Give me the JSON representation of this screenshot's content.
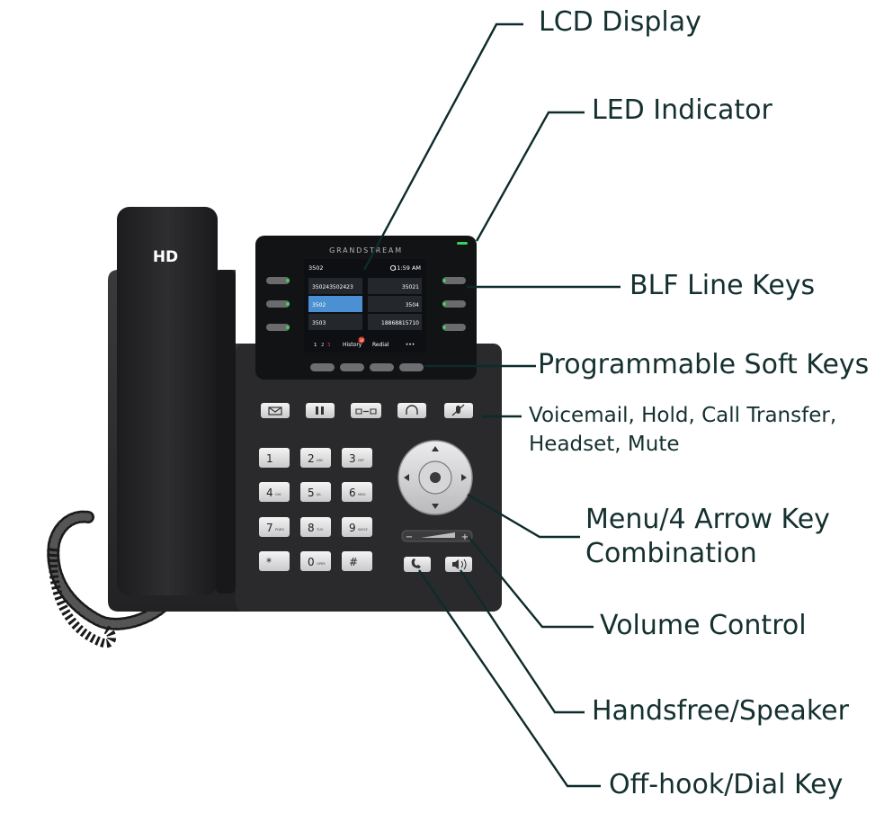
{
  "labels": {
    "lcd_display": "LCD Display",
    "led_indicator": "LED Indicator",
    "blf_line_keys": "BLF Line Keys",
    "programmable_soft_keys": "Programmable Soft Keys",
    "function_keys_line1": "Voicemail, Hold, Call Transfer,",
    "function_keys_line2": "Headset, Mute",
    "menu_arrow_line1": "Menu/4 Arrow Key",
    "menu_arrow_line2": "Combination",
    "volume_control": "Volume Control",
    "handsfree_speaker": "Handsfree/Speaker",
    "offhook_dial": "Off-hook/Dial Key"
  },
  "phone": {
    "handset_logo": "HD",
    "brand": "GRANDSTREAM",
    "screen": {
      "own_line": "3502",
      "time": "11:59 AM",
      "left_lines": [
        "350243502423",
        "3502",
        "3503"
      ],
      "right_lines": [
        "35021",
        "3504",
        "18868815710"
      ],
      "page_indicator": [
        "1",
        "2",
        "3"
      ],
      "softkeys": [
        "History",
        "Redial",
        "•••"
      ],
      "history_badge": "34"
    },
    "keypad": [
      {
        "digit": "1",
        "letters": ""
      },
      {
        "digit": "2",
        "letters": "ABC"
      },
      {
        "digit": "3",
        "letters": "DEF"
      },
      {
        "digit": "4",
        "letters": "GHI"
      },
      {
        "digit": "5",
        "letters": "JKL"
      },
      {
        "digit": "6",
        "letters": "MNO"
      },
      {
        "digit": "7",
        "letters": "PQRS"
      },
      {
        "digit": "8",
        "letters": "TUV"
      },
      {
        "digit": "9",
        "letters": "WXYZ"
      },
      {
        "digit": "*",
        "letters": ""
      },
      {
        "digit": "0",
        "letters": "OPER"
      },
      {
        "digit": "#",
        "letters": ""
      }
    ],
    "volume_minus": "−",
    "volume_plus": "+"
  },
  "colors": {
    "label_text": "#14302f",
    "leader_line": "#0e2b2b",
    "phone_body": "#2c2c2e",
    "screen_bg": "#0d0f12",
    "highlight_line": "#4a90d2",
    "led_green": "#3ecf5a",
    "history_badge": "#d93a2b"
  }
}
